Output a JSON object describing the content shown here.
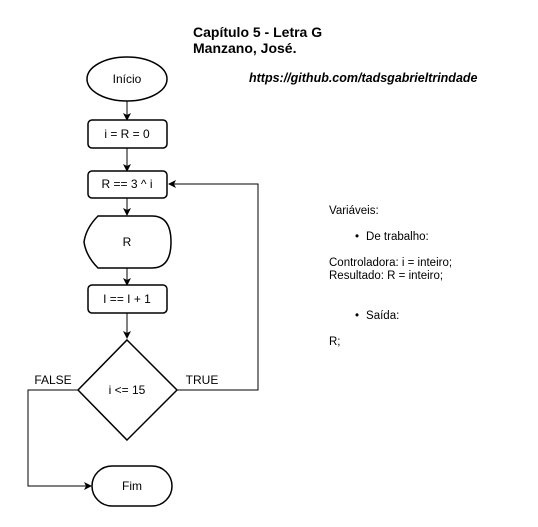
{
  "header": {
    "title_line1": "Capítulo 5 - Letra G",
    "title_line2": "Manzano, José.",
    "link": "https://github.com/tadsgabrieltrindade"
  },
  "flowchart": {
    "start": "Início",
    "init": "i = R = 0",
    "compute": "R == 3 ^ i",
    "output": "R",
    "increment": "I == I + 1",
    "decision": "i <= 15",
    "false_label": "FALSE",
    "true_label": "TRUE",
    "end": "Fim"
  },
  "notes": {
    "heading": "Variáveis:",
    "work_bullet": "De trabalho:",
    "controller": "Controladora: i = inteiro;",
    "result": "Resultado: R = inteiro;",
    "output_bullet": "Saída:",
    "output_value": "R;"
  }
}
